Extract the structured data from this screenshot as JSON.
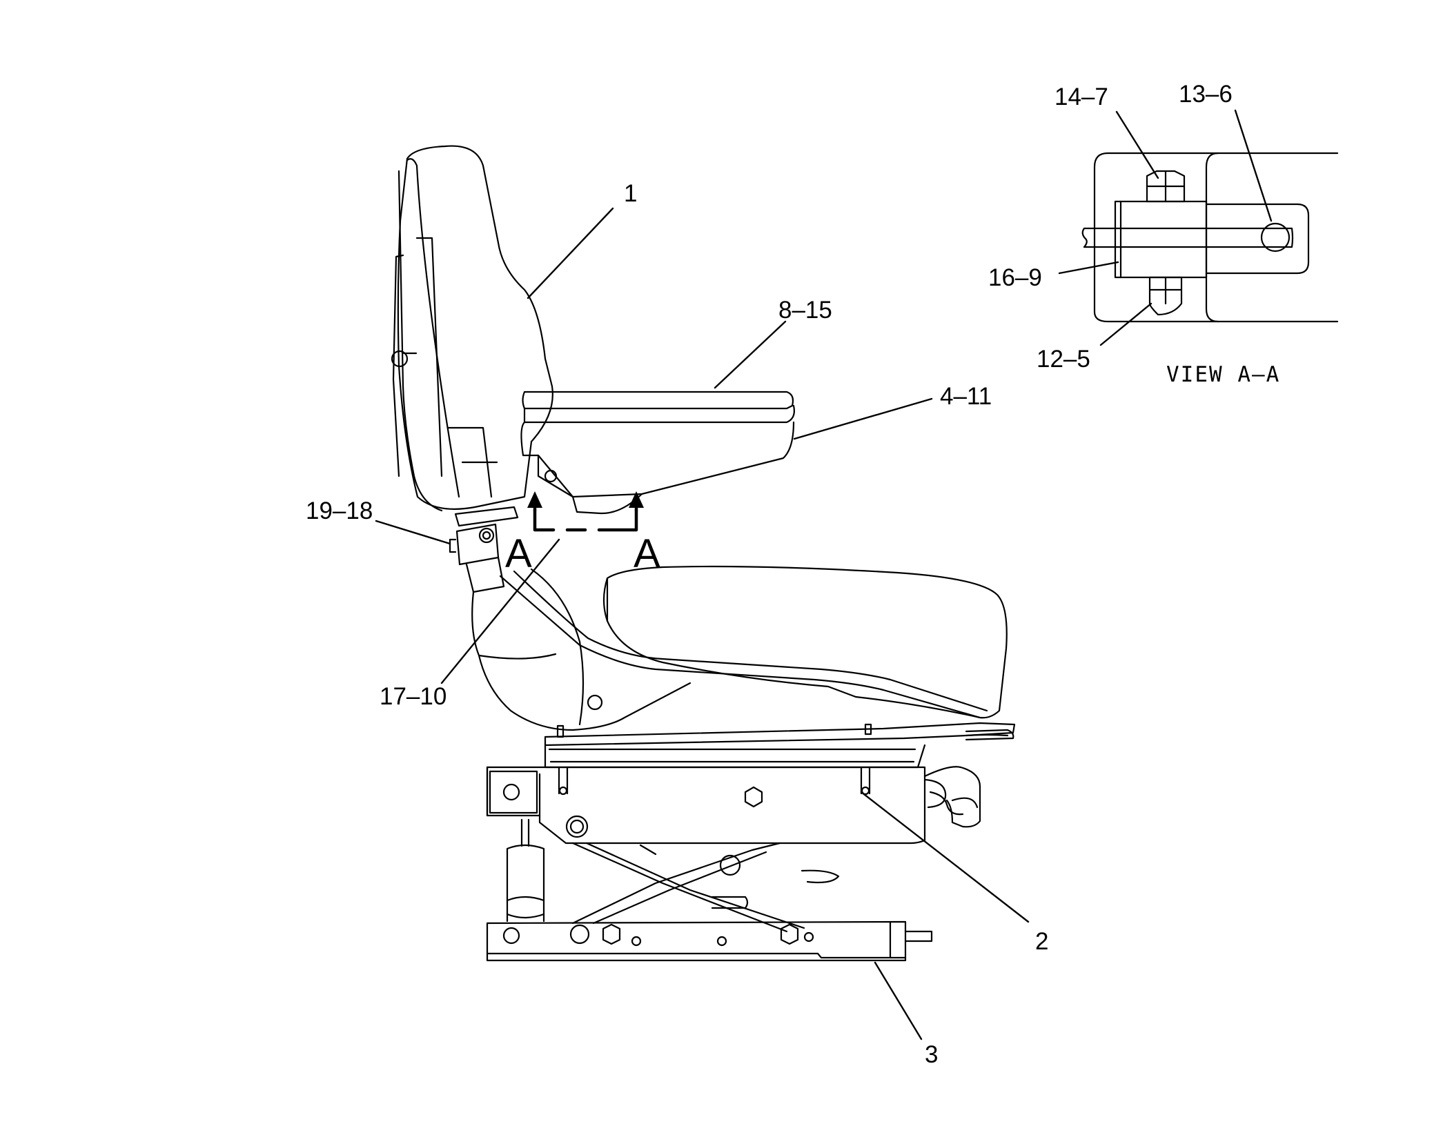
{
  "callouts": {
    "c1": "1",
    "c8_15": "8–15",
    "c4_11": "4–11",
    "c19_18": "19–18",
    "c17_10": "17–10",
    "c2": "2",
    "c3": "3",
    "c14_7": "14–7",
    "c13_6": "13–6",
    "c16_9": "16–9",
    "c12_5": "12–5"
  },
  "section": {
    "left_letter": "A",
    "right_letter": "A",
    "view_title": "VIEW A–A"
  },
  "colors": {
    "ink": "#000000",
    "paper": "#ffffff"
  }
}
